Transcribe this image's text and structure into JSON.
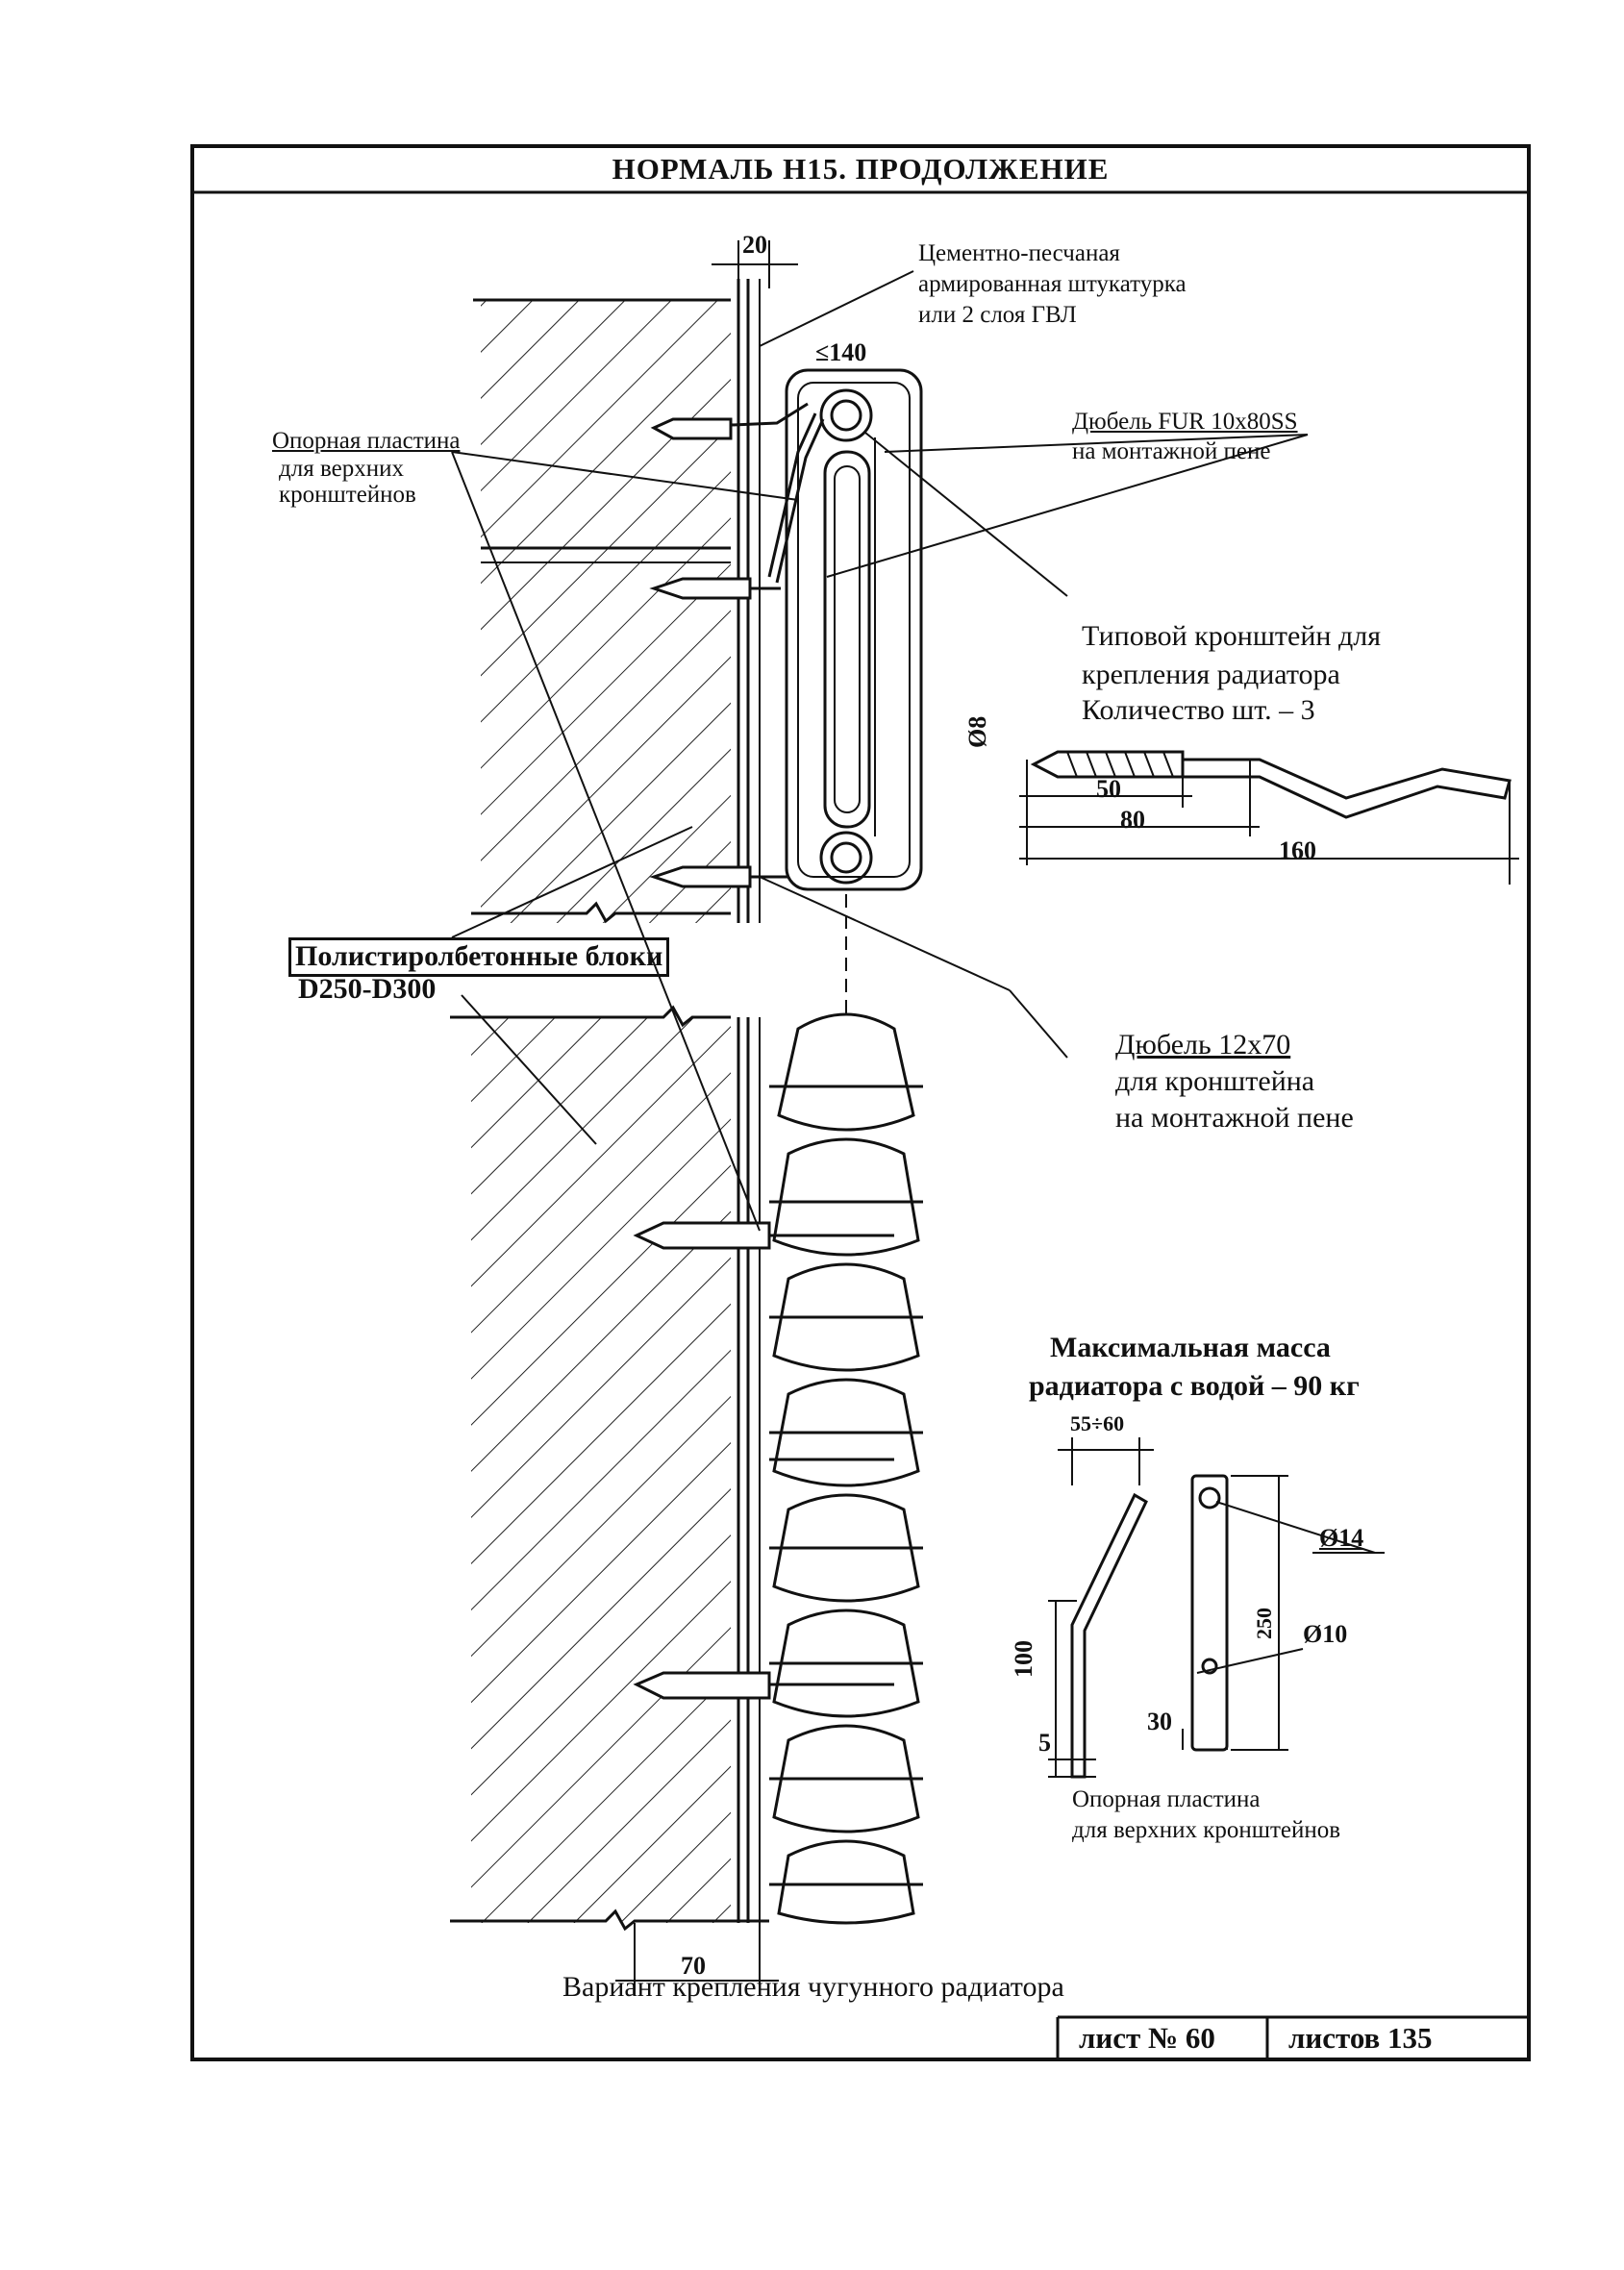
{
  "header": {
    "title": "НОРМАЛЬ Н15. ПРОДОЛЖЕНИЕ"
  },
  "drawing": {
    "dimensions": {
      "top_gap": "20",
      "radiator_depth": "≤140",
      "bottom_gap": "70"
    },
    "labels": {
      "plaster": [
        "Цементно-песчаная",
        "армированная штукатурка",
        "или 2 слоя ГВЛ"
      ],
      "support_plate": [
        "Опорная пластина",
        "для верхних",
        "кронштейнов"
      ],
      "dowel_fur": [
        "Дюбель FUR 10x80SS",
        "на монтажной пене"
      ],
      "blocks": [
        "Полистиролбетонные блоки",
        "D250-D300"
      ],
      "dowel_12": [
        "Дюбель 12x70",
        "для кронштейна",
        "на монтажной пене"
      ],
      "caption": "Вариант крепления чугунного радиатора"
    }
  },
  "bracket_detail": {
    "title": [
      "Типовой кронштейн для",
      "крепления радиатора",
      "Количество шт. – 3"
    ],
    "diameter": "Ø8",
    "dims": [
      "50",
      "80",
      "160"
    ]
  },
  "plate_detail": {
    "max_mass": [
      "Максимальная масса",
      "радиатора с водой – 90 кг"
    ],
    "dims": {
      "offset": "55÷60",
      "height_100": "100",
      "bottom_5": "5",
      "height_250": "250",
      "width_30": "30",
      "hole_14": "Ø14",
      "hole_10": "Ø10"
    },
    "label": [
      "Опорная пластина",
      "для верхних кронштейнов"
    ]
  },
  "footer": {
    "sheet": "лист № 60",
    "sheets_total": "листов 135"
  }
}
